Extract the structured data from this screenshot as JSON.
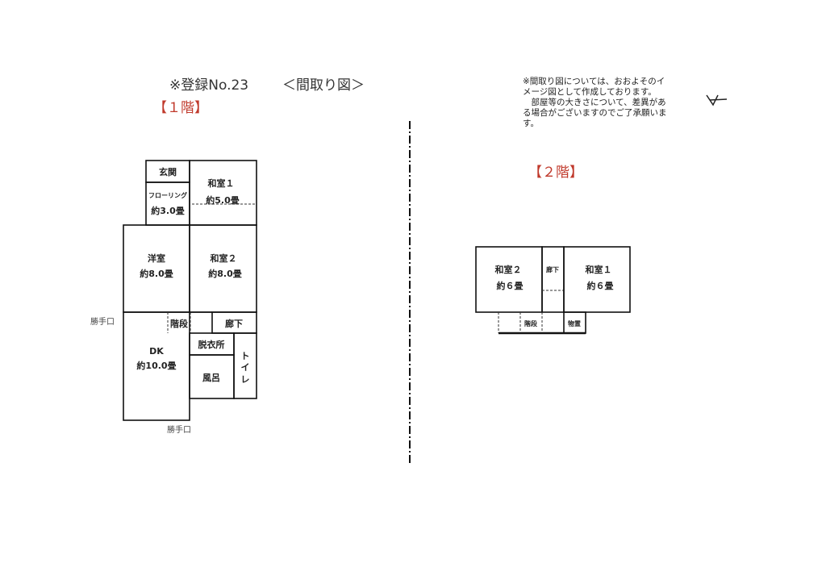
{
  "header": {
    "registration": "※登録No.23",
    "title": "＜間取り図＞"
  },
  "note": {
    "lines": [
      "※間取り図については、おおよそのイ",
      "メージ図として作成しております。",
      "　部屋等の大きさについて、差異があ",
      "る場合がございますのでご了承願いま",
      "す。"
    ]
  },
  "accent_color": "#c0392b",
  "handwritten_mark": "4",
  "floor1": {
    "label": "【１階】",
    "rooms": {
      "genkan": "玄関",
      "flooring": {
        "name": "フローリング",
        "size": "約3.0畳"
      },
      "washitsu1": {
        "name": "和室１",
        "size": "約5.0畳"
      },
      "youshitsu": {
        "name": "洋室",
        "size": "約8.0畳"
      },
      "washitsu2": {
        "name": "和室２",
        "size": "約8.0畳"
      },
      "dk": {
        "name": "DK",
        "size": "約10.0畳"
      },
      "kaidan": "階段",
      "rouka": "廊下",
      "datsuijo": "脱衣所",
      "furo": "風呂",
      "toilet": [
        "ト",
        "イ",
        "レ"
      ]
    },
    "back_door_left": "勝手口",
    "back_door_bottom": "勝手口"
  },
  "floor2": {
    "label": "【２階】",
    "rooms": {
      "washitsu2": {
        "name": "和室２",
        "size": "約６畳"
      },
      "rouka": "廊下",
      "washitsu1": {
        "name": "和室１",
        "size": "約６畳"
      },
      "kaidan": "階段",
      "monooki": "物置"
    }
  }
}
